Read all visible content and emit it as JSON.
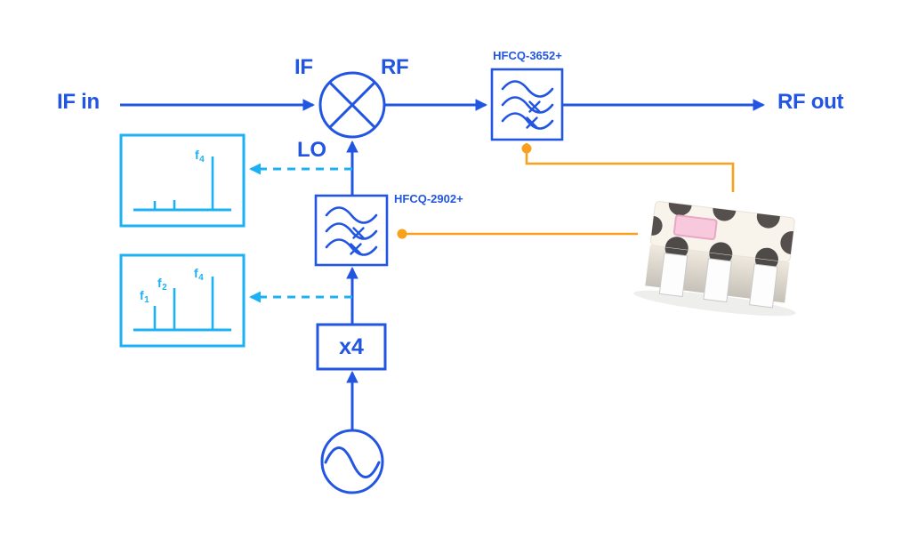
{
  "labels": {
    "if_in": "IF in",
    "rf_out": "RF out",
    "mixer_if": "IF",
    "mixer_rf": "RF",
    "mixer_lo": "LO",
    "multiplier": "x4",
    "rf_filter_part": "HFCQ-3652+",
    "lo_filter_part": "HFCQ-2902+"
  },
  "spectrum_upper": {
    "peaks": [
      {
        "base": "f",
        "sub": "4"
      }
    ]
  },
  "spectrum_lower": {
    "peaks": [
      {
        "base": "f",
        "sub": "1"
      },
      {
        "base": "f",
        "sub": "2"
      },
      {
        "base": "f",
        "sub": "4"
      }
    ]
  },
  "icons": {
    "mixer": "circle-with-x",
    "bandpass_filter": "three-waves-two-crossed",
    "oscillator": "circle-with-sine",
    "probe_arrow": "dashed-left-arrow",
    "callout_dot": "orange-dot"
  },
  "colors": {
    "primary_blue": "#2256E2",
    "light_blue": "#1CB1F4",
    "accent_orange": "#F9A01C"
  }
}
